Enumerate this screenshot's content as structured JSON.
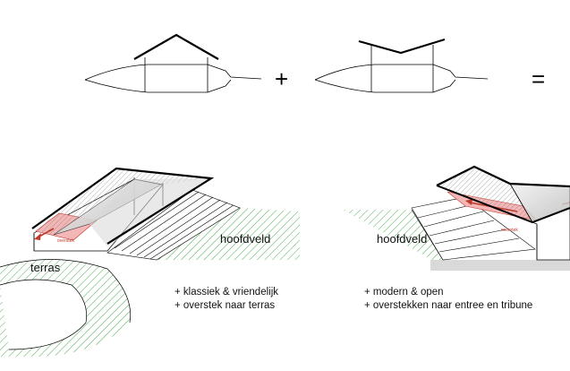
{
  "operators": {
    "plus": "+",
    "equals": "="
  },
  "left_view": {
    "field_label": "hoofdveld",
    "terrace_label": "terras",
    "overhang_tag": "overstek",
    "notes": [
      "+ klassiek & vriendelijk",
      "+ overstek naar terras"
    ]
  },
  "right_view": {
    "field_label": "hoofdveld",
    "overhang_tag": "overstek",
    "notes": [
      "+ modern & open",
      "+ overstekken naar entree en tribune"
    ]
  },
  "colors": {
    "line": "#000000",
    "hatch": "#555555",
    "grass": "#4caf50",
    "overhang": "#c0392b",
    "ground": "#d9d9d9"
  }
}
